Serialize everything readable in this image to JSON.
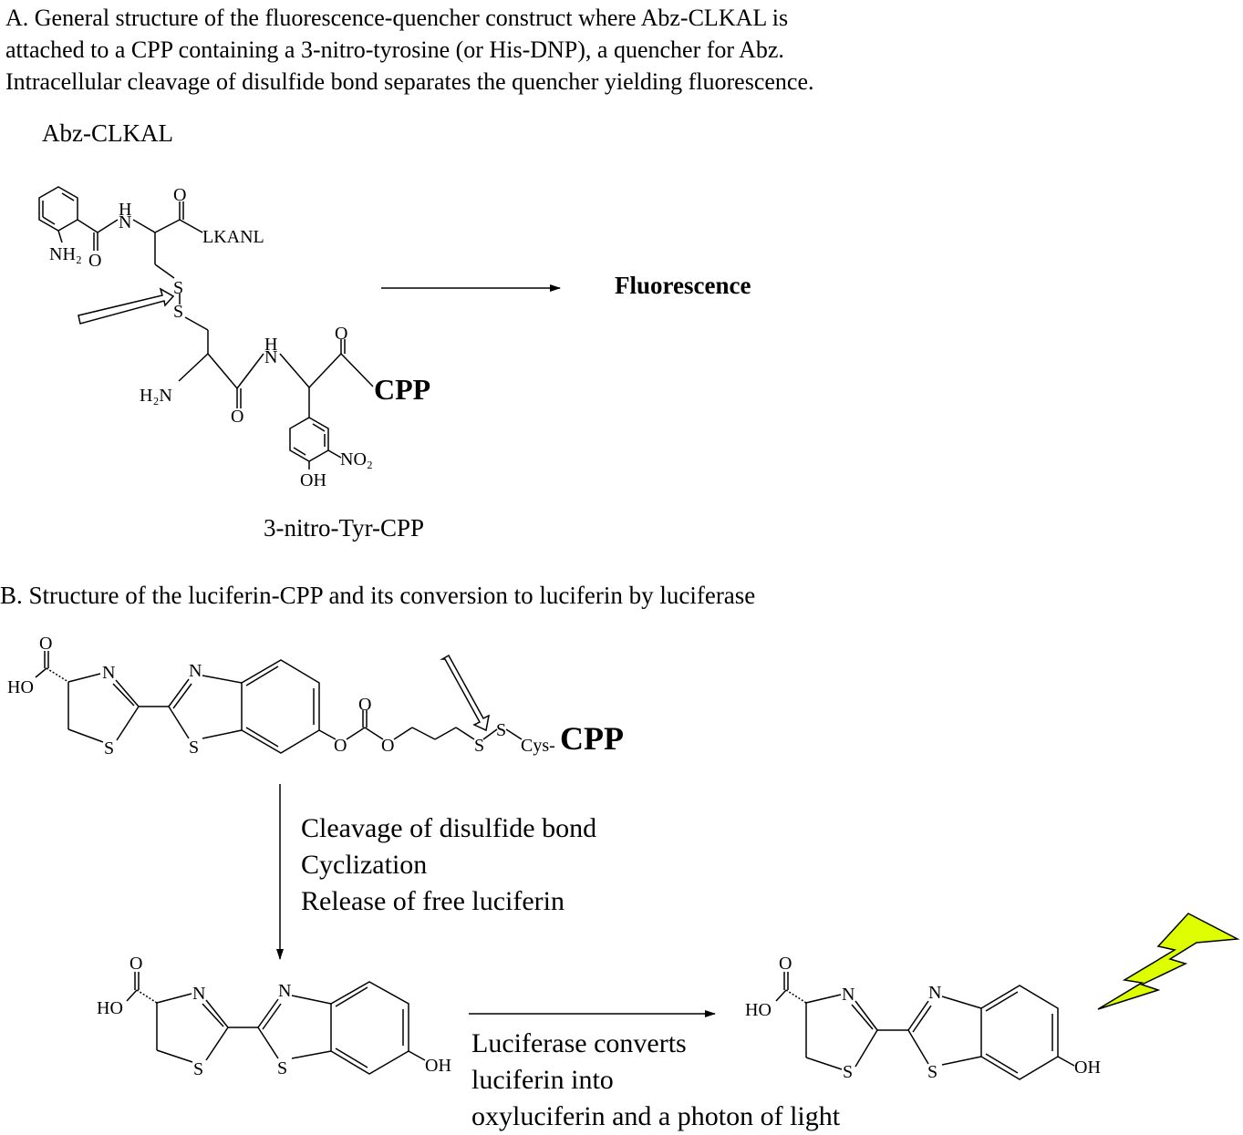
{
  "caption": {
    "line1": "A. General structure of the fluorescence-quencher construct where Abz-CLKAL is",
    "line2": "attached to a CPP containing a 3-nitro-tyrosine (or His-DNP), a quencher for Abz.",
    "line3": "Intracellular cleavage of disulfide bond separates the quencher yielding fluorescence."
  },
  "partA": {
    "abz_title": "Abz-CLKAL",
    "fluorescence": "Fluorescence",
    "tyr_title": "3-nitro-Tyr-CPP",
    "atoms": {
      "h": "H",
      "n": "N",
      "o": "O",
      "nh2": "NH₂",
      "lkanl": "LKANL",
      "s": "S",
      "h2n": "H₂N",
      "cpp": "CPP",
      "no2": "NO₂",
      "oh": "OH"
    }
  },
  "partB": {
    "title": "B. Structure of the luciferin-CPP and its conversion to luciferin by luciferase",
    "atoms": {
      "o": "O",
      "ho": "HO",
      "n": "N",
      "s": "S",
      "oh": "OH",
      "cys": "Cys-",
      "cpp": "CPP"
    },
    "steps": [
      "Cleavage of disulfide bond",
      "Cyclization",
      "Release of free luciferin"
    ],
    "luciferase": [
      "Luciferase converts",
      "luciferin into",
      "oxyluciferin and a photon of light"
    ]
  },
  "colors": {
    "ink": "#000000",
    "bolt_fill": "#ddff00",
    "background": "#ffffff"
  },
  "icons": [
    "hollow-arrow-icon",
    "lightning-bolt-icon",
    "reaction-arrow-icon"
  ]
}
